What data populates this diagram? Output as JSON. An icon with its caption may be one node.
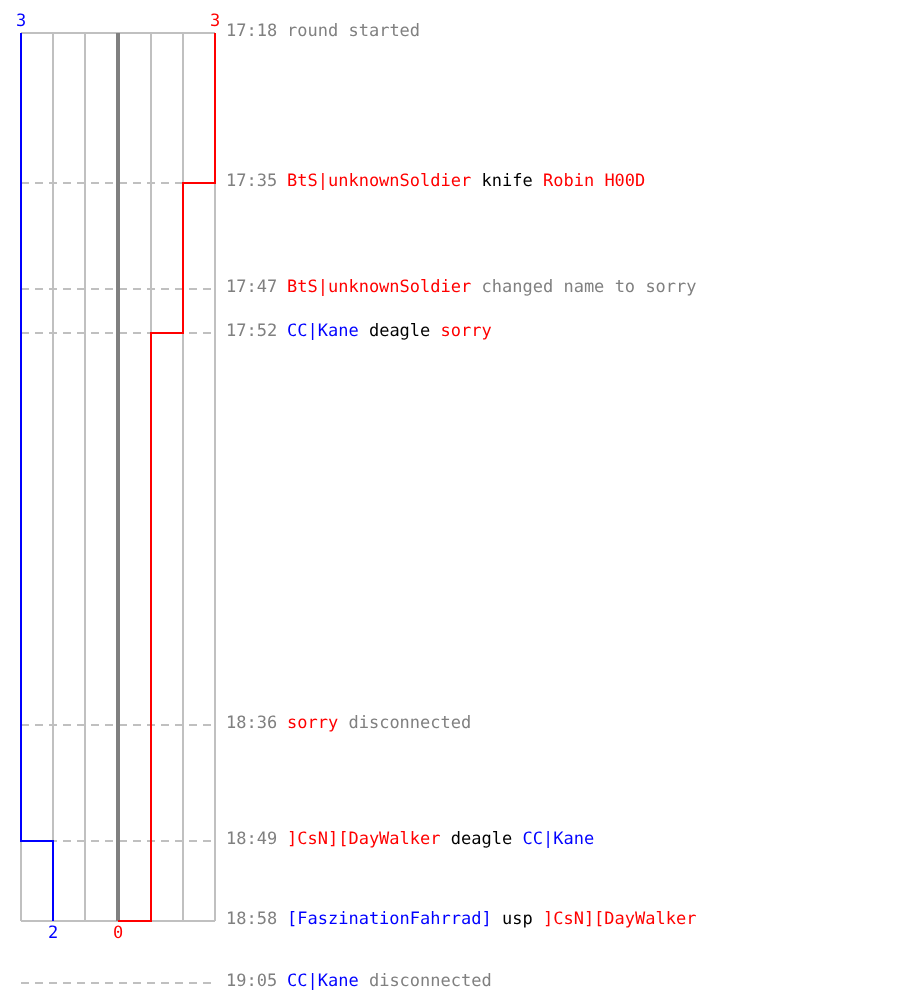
{
  "diagram": {
    "labels": [
      "3",
      "3",
      "17:18",
      "round started",
      "17:35",
      "BtS|unknownSoldier knife Robin H00D",
      "17:47",
      "BtS|unknownSoldier changed name to sorry",
      "17:52",
      "CC|Kane deagle sorry",
      "18:36",
      "sorry disconnected",
      "18:49",
      "]CsN][DayWalker deagle CC|Kane",
      "18:58",
      "[FaszinationFahrrad] usp ]CsN][DayWalker",
      "2",
      "0",
      "19:05",
      "CC|Kane disconnected"
    ]
  }
}
